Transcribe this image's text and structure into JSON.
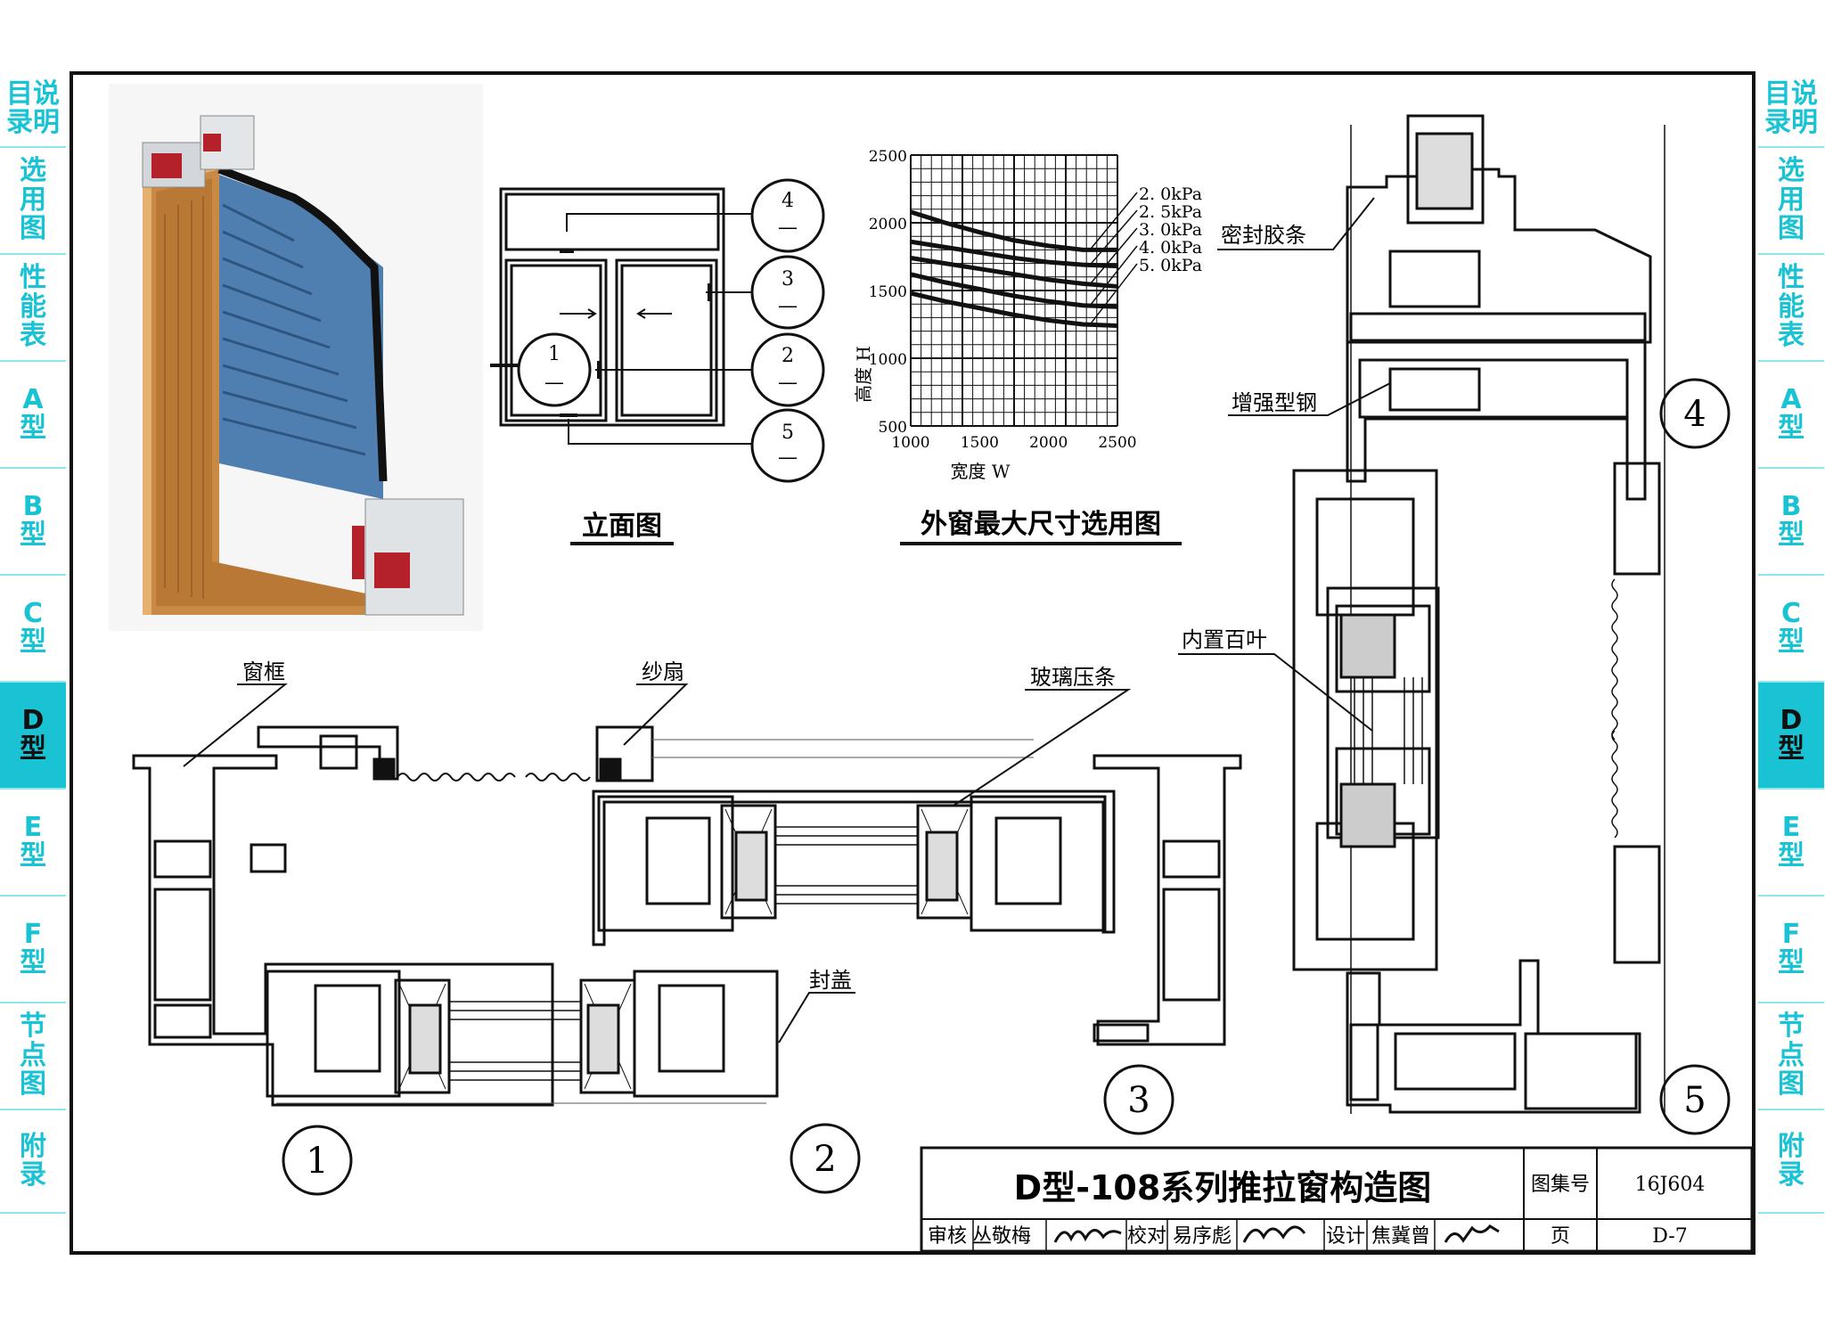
{
  "nav_tabs": [
    {
      "lines": [
        "目说",
        "录明"
      ]
    },
    {
      "lines": [
        "选",
        "用",
        "图"
      ]
    },
    {
      "lines": [
        "性",
        "能",
        "表"
      ]
    },
    {
      "lines": [
        "A",
        "型"
      ]
    },
    {
      "lines": [
        "B",
        "型"
      ]
    },
    {
      "lines": [
        "C",
        "型"
      ]
    },
    {
      "lines": [
        "D",
        "型"
      ],
      "active": true
    },
    {
      "lines": [
        "E",
        "型"
      ]
    },
    {
      "lines": [
        "F",
        "型"
      ]
    },
    {
      "lines": [
        "节",
        "点",
        "图"
      ]
    },
    {
      "lines": [
        "附",
        "录"
      ]
    }
  ],
  "colors": {
    "tab_accent": "#19c3d3",
    "wood": "#c98a45",
    "glass": "#4f7fb0",
    "frame": "#111111"
  },
  "elevation": {
    "caption": "立面图",
    "callouts": [
      "1",
      "2",
      "3",
      "4",
      "5"
    ],
    "callout_sub": "—"
  },
  "chart": {
    "caption": "外窗最大尺寸选用图",
    "xlabel": "宽度 W",
    "ylabel": "高度 H",
    "y_ticks": [
      "2500",
      "2000",
      "1500",
      "1000",
      "500"
    ],
    "x_ticks": [
      "1000",
      "1500",
      "2000",
      "2500"
    ],
    "legend": [
      "2. 0kPa",
      "2. 5kPa",
      "3. 0kPa",
      "4. 0kPa",
      "5. 0kPa"
    ]
  },
  "chart_data": {
    "type": "line",
    "xlim": [
      1000,
      2500
    ],
    "ylim": [
      500,
      2500
    ],
    "x": [
      1000,
      1250,
      1500,
      1750,
      2000,
      2250,
      2500
    ],
    "series": [
      {
        "name": "2. 0kPa",
        "values": [
          2080,
          2000,
          1930,
          1870,
          1830,
          1800,
          1800
        ]
      },
      {
        "name": "2. 5kPa",
        "values": [
          1860,
          1820,
          1780,
          1740,
          1710,
          1690,
          1680
        ]
      },
      {
        "name": "3. 0kPa",
        "values": [
          1740,
          1700,
          1660,
          1620,
          1580,
          1550,
          1530
        ]
      },
      {
        "name": "4. 0kPa",
        "values": [
          1620,
          1560,
          1510,
          1460,
          1420,
          1390,
          1380
        ]
      },
      {
        "name": "5. 0kPa",
        "values": [
          1480,
          1420,
          1370,
          1320,
          1280,
          1250,
          1240
        ]
      }
    ]
  },
  "labels": {
    "window_frame": "窗框",
    "screen_sash": "纱扇",
    "glass_bead": "玻璃压条",
    "cover_cap": "封盖",
    "seal_strip": "密封胶条",
    "reinforcing_steel": "增强型钢",
    "built_in_blinds": "内置百叶"
  },
  "section_numbers": [
    "1",
    "2",
    "3",
    "4",
    "5"
  ],
  "title_block": {
    "title": "D型-108系列推拉窗构造图",
    "atlas_label": "图集号",
    "atlas_value": "16J604",
    "review_label": "审核",
    "reviewer": "丛敬梅",
    "reviewer_sig": "丛敬梅",
    "check_label": "校对",
    "checker": "易序彪",
    "checker_sig": "易序彪",
    "design_label": "设计",
    "designer": "焦冀曾",
    "designer_sig": "焦冀曾",
    "page_label": "页",
    "page_value": "D-7"
  }
}
